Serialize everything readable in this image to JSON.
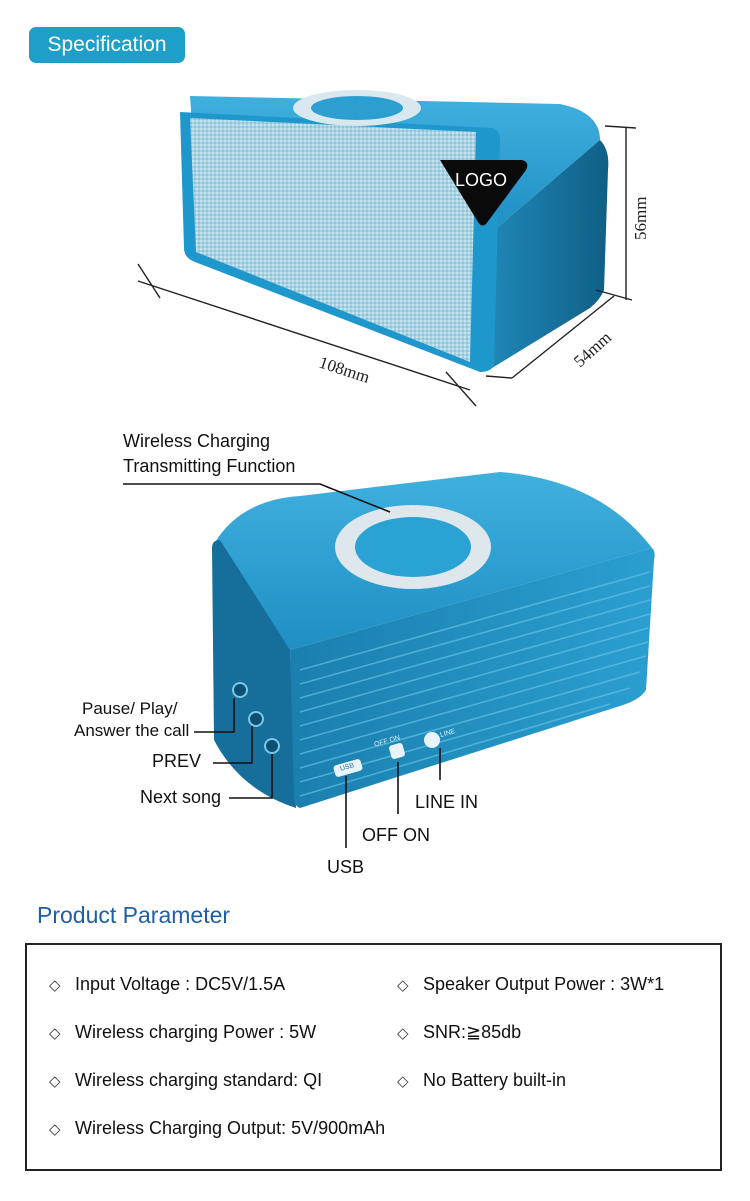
{
  "header": {
    "badge": "Specification"
  },
  "product_view_top": {
    "logo_text": "LOGO",
    "dim_width": "108mm",
    "dim_depth": "54mm",
    "dim_height": "56mm"
  },
  "product_view_back": {
    "callout_wireless": [
      "Wireless Charging",
      "Transmitting Function"
    ],
    "callout_pause": [
      "Pause/ Play/",
      "Answer the call"
    ],
    "callout_prev": "PREV",
    "callout_next": "Next song",
    "callout_line_in": "LINE IN",
    "callout_off_on": "OFF ON",
    "callout_usb": "USB",
    "port_label_usb": "USB",
    "port_label_switch": "OFF ON",
    "port_label_linein": "LINE"
  },
  "parameters": {
    "title": "Product Parameter",
    "items": [
      "Input Voltage : DC5V/1.5A",
      "Speaker Output Power : 3W*1",
      "Wireless charging Power : 5W",
      "SNR:≧85db",
      "Wireless charging standard: QI",
      "No Battery built-in",
      "Wireless Charging Output: 5V/900mAh"
    ],
    "bullet": "◇"
  },
  "colors": {
    "accent": "#1e9fc9",
    "speaker_blue": "#1f8fc4",
    "speaker_dark": "#0f5f86",
    "title_blue": "#1f5fa8"
  }
}
